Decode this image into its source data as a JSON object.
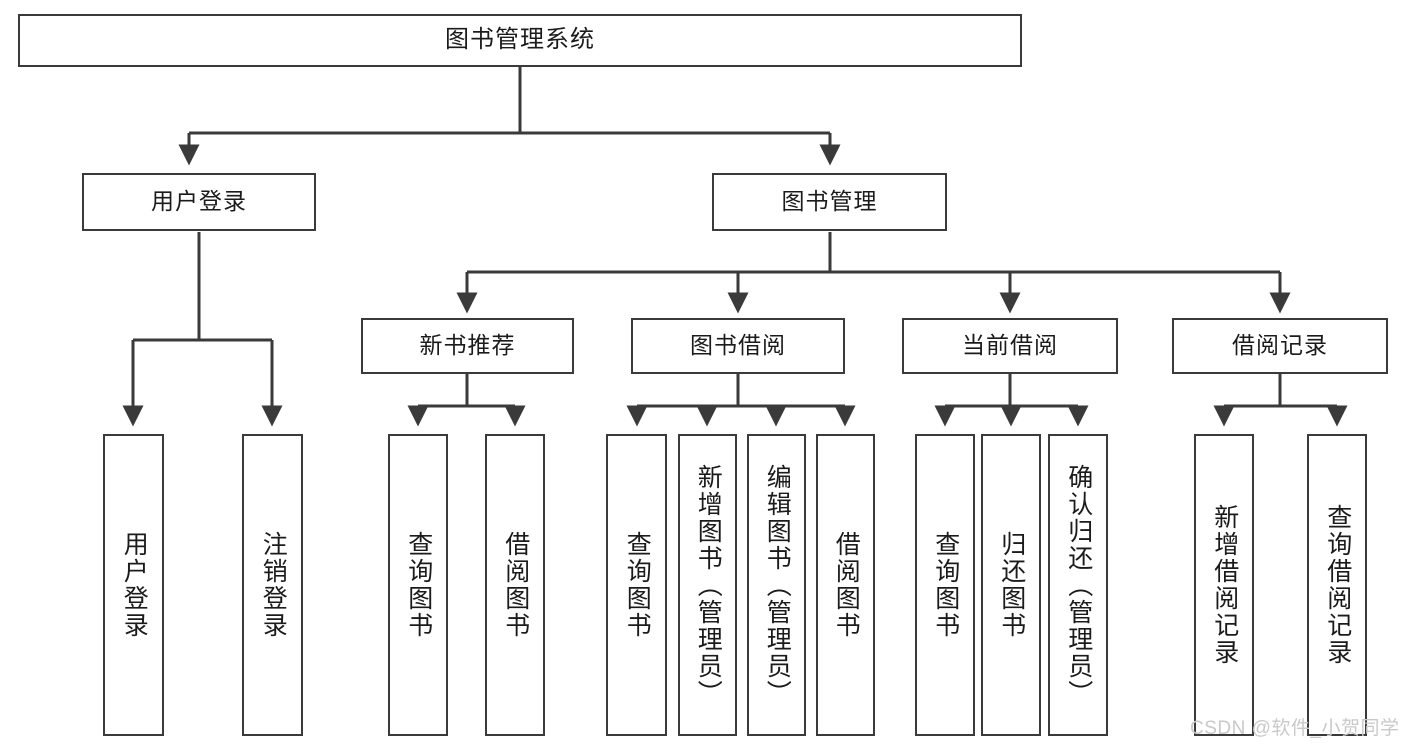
{
  "diagram": {
    "title": "图书管理系统",
    "type": "tree-hierarchy",
    "watermark": "CSDN @软件_小贺同学",
    "edge_color": "#3a3a3a",
    "node_border_color": "#3a3a3a",
    "node_fill_color": "#ffffff",
    "text_color": "#1b1b1b"
  },
  "nodes": {
    "root": {
      "label": "图书管理系统"
    },
    "level2": [
      {
        "id": "user-login",
        "label": "用户登录"
      },
      {
        "id": "book-management",
        "label": "图书管理"
      }
    ],
    "level3": [
      {
        "id": "new-book-recommend",
        "label": "新书推荐"
      },
      {
        "id": "book-borrow",
        "label": "图书借阅"
      },
      {
        "id": "current-borrow",
        "label": "当前借阅"
      },
      {
        "id": "borrow-record",
        "label": "借阅记录"
      }
    ],
    "leaves": {
      "user-login": [
        {
          "id": "leaf-user-login",
          "label": "用户登录"
        },
        {
          "id": "leaf-logout-login",
          "label": "注销登录"
        }
      ],
      "new-book-recommend": [
        {
          "id": "leaf-query-book-1",
          "label": "查询图书"
        },
        {
          "id": "leaf-borrow-book-1",
          "label": "借阅图书"
        }
      ],
      "book-borrow": [
        {
          "id": "leaf-query-book-2",
          "label": "查询图书"
        },
        {
          "id": "leaf-add-book",
          "label": "新增图书（管理员）"
        },
        {
          "id": "leaf-edit-book",
          "label": "编辑图书（管理员）"
        },
        {
          "id": "leaf-borrow-book-2",
          "label": "借阅图书"
        }
      ],
      "current-borrow": [
        {
          "id": "leaf-query-book-3",
          "label": "查询图书"
        },
        {
          "id": "leaf-return-book",
          "label": "归还图书"
        },
        {
          "id": "leaf-confirm-return",
          "label": "确认归还（管理员）"
        }
      ],
      "borrow-record": [
        {
          "id": "leaf-add-record",
          "label": "新增借阅记录"
        },
        {
          "id": "leaf-query-record",
          "label": "查询借阅记录"
        }
      ]
    }
  }
}
